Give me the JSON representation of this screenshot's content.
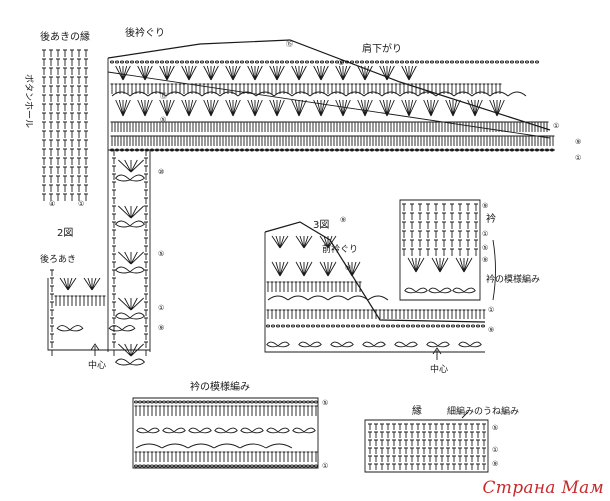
{
  "labels": {
    "back_neck_edge": "後あきの縁",
    "buttonhole": "ボタンホール",
    "back_neckline": "後衿ぐり",
    "shoulder_slope": "肩下がり",
    "fig2": "2図",
    "back_opening": "後ろあき",
    "fig3": "3図",
    "front_neckline": "前衿ぐり",
    "yoke": "衿",
    "collar_pattern_side": "衿の模様編み",
    "collar_pattern_bottom": "衿の模様編み",
    "edge": "縁",
    "weave_note": "細編みのうね編み",
    "center_1": "中心",
    "center_2": "中心"
  },
  "row_marks": {
    "m_back_15": "⑮",
    "m_back_5": "⑤",
    "m_back_15b": "⑮",
    "m_back_5b": "⑤",
    "m_back_1": "①",
    "m_back_9": "⑨",
    "m_right_1": "①",
    "m_right_9": "⑨",
    "m_left_10": "⑩",
    "m_left_5": "⑤",
    "m_left_1": "①",
    "m_left_9": "⑨",
    "m_bl_4": "④",
    "m_bl_1": "①",
    "m_f3_9": "⑨",
    "m_f3_5": "⑤",
    "m_f3_1": "①",
    "m_f3_9b": "⑨",
    "m_yk_9": "⑨",
    "m_yk_5": "⑤",
    "m_yk_1": "①",
    "m_yk_9b": "⑨",
    "m_col_5": "⑤",
    "m_col_1": "①",
    "m_edge_5": "⑤",
    "m_edge_1": "①",
    "m_edge_9": "⑨"
  },
  "watermark": "Страна Мам",
  "colors": {
    "ink": "#1a1a1a",
    "paper": "#ffffff",
    "watermark": "#c62b2b"
  }
}
